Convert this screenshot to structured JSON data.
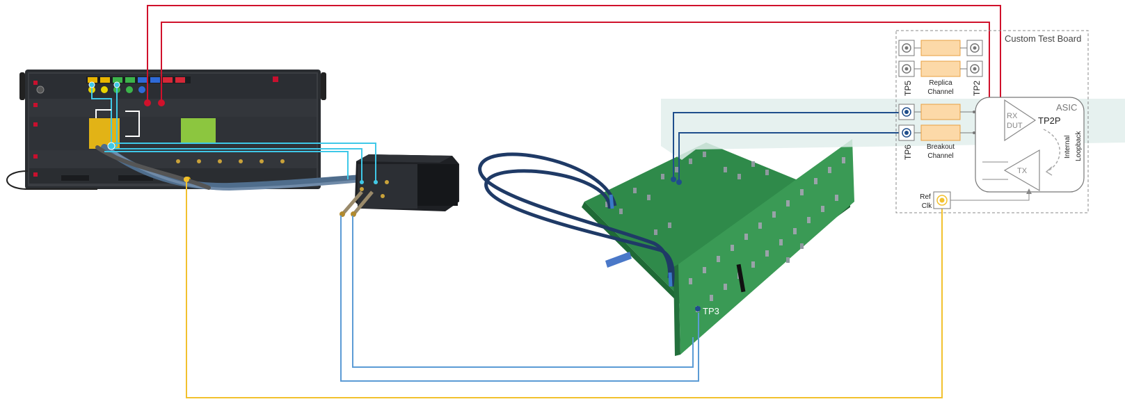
{
  "board": {
    "title": "Custom Test Board",
    "asic_label": "ASIC",
    "rx_label": "RX",
    "dut_label": "DUT",
    "tx_label": "TX",
    "tp2p_label": "TP2P",
    "internal_label": "Internal",
    "loopback_label": "Loopback",
    "replica_line1": "Replica",
    "replica_line2": "Channel",
    "breakout_line1": "Breakout",
    "breakout_line2": "Channel",
    "tp5_label": "TP5",
    "tp2_label": "TP2",
    "tp6_label": "TP6",
    "refclk_line1": "Ref",
    "refclk_line2": "Clk"
  },
  "fixture": {
    "tp3_label": "TP3"
  },
  "colors": {
    "red_cable": "#d0112b",
    "light_blue_cable": "#5b9bd5",
    "yellow_cable": "#f2c12e",
    "dark_blue_cable": "#1f4e8c",
    "cyan_cable": "#3fc8e8",
    "pcb_green": "#2f8a4a",
    "channel_fill": "#fcd9a8",
    "channel_stroke": "#e8a040"
  }
}
